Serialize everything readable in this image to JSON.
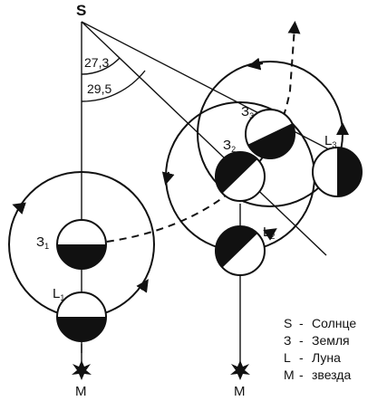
{
  "labels": {
    "sun": "S",
    "angle_inner": "27,3",
    "angle_outer": "29,5",
    "earth_prefix": "З",
    "moon_prefix": "L",
    "star": "M"
  },
  "bodies": [
    {
      "id": "earth1",
      "kind": "earth",
      "sub": "1"
    },
    {
      "id": "moon1",
      "kind": "moon",
      "sub": "1"
    },
    {
      "id": "earth2",
      "kind": "earth",
      "sub": "2"
    },
    {
      "id": "moon2",
      "kind": "moon",
      "sub": "2"
    },
    {
      "id": "earth3",
      "kind": "earth",
      "sub": "3"
    },
    {
      "id": "moon3",
      "kind": "moon",
      "sub": "3"
    }
  ],
  "legend": [
    {
      "symbol": "S",
      "dash": "-",
      "text": "Солнце"
    },
    {
      "symbol": "З",
      "dash": "-",
      "text": "Земля"
    },
    {
      "symbol": "L",
      "dash": "-",
      "text": "Луна"
    },
    {
      "symbol": "M",
      "dash": "-",
      "text": "звезда"
    }
  ],
  "colors": {
    "ink": "#111111",
    "background": "#ffffff"
  }
}
